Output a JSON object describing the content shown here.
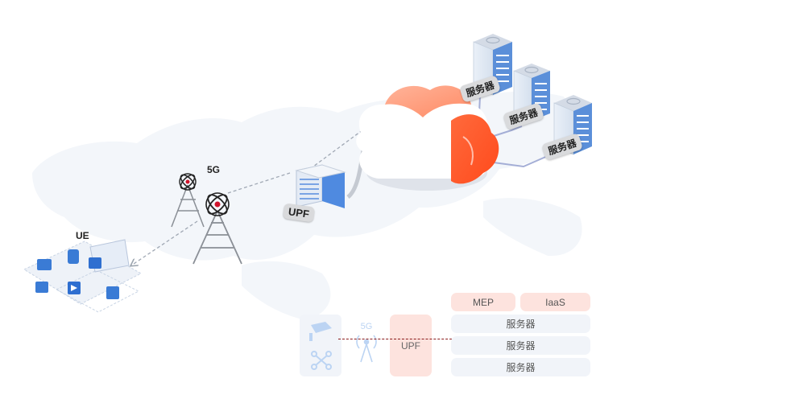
{
  "labels": {
    "ue": "UE",
    "fiveg": "5G",
    "upf": "UPF",
    "mep": "MEP",
    "server": "服务器"
  },
  "stack": {
    "fiveg": "5G",
    "upf": "UPF",
    "mep": "MEP",
    "iaas": "IaaS",
    "servers": [
      "服务器",
      "服务器",
      "服务器"
    ]
  },
  "colors": {
    "accent_orange": "#ff5a2b",
    "server_blue": "#5b8fd9",
    "stack_pink": "#fde3de",
    "stack_light": "#f1f4f9",
    "dashed_link": "#a0a8b4"
  }
}
